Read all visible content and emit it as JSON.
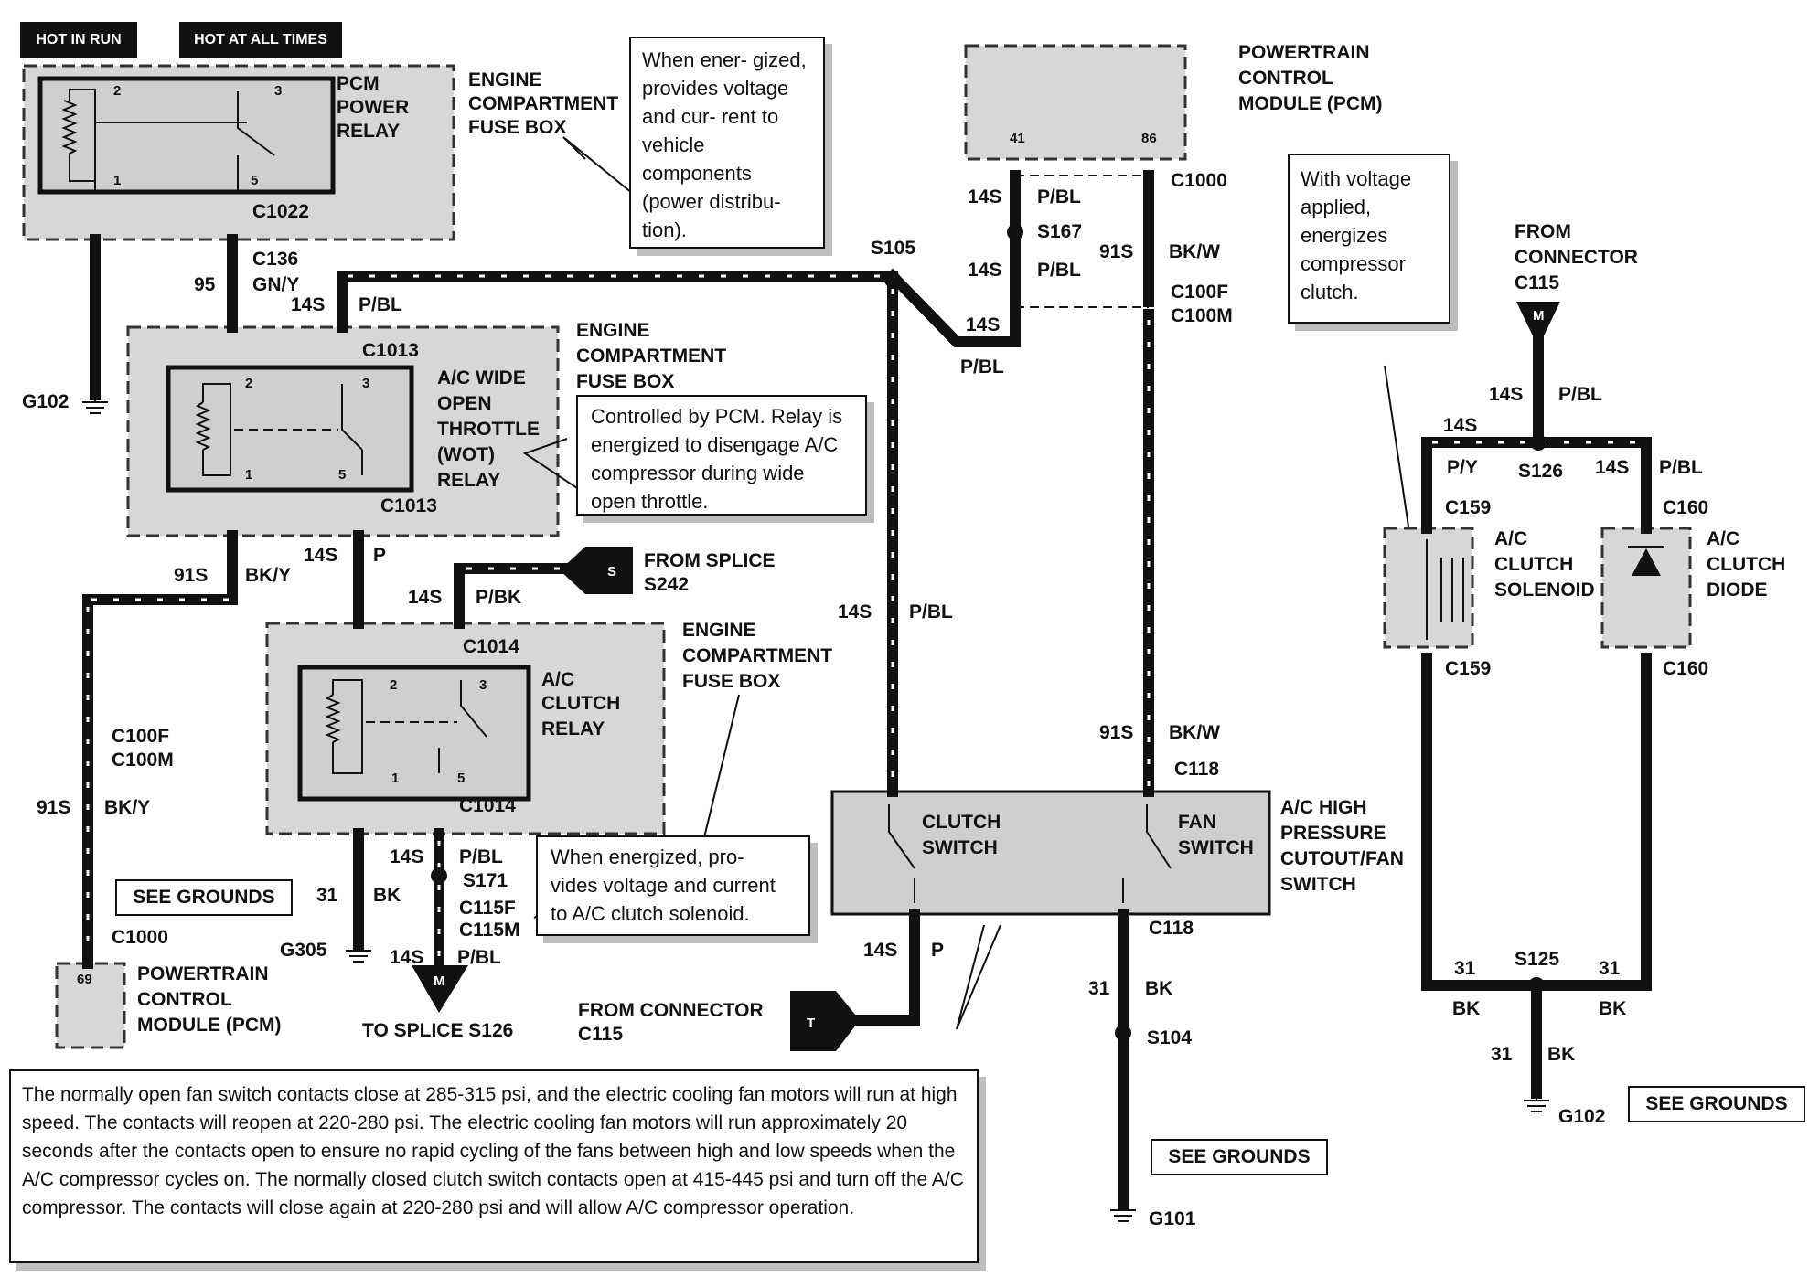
{
  "header": {
    "hot_in_run": "HOT IN RUN",
    "hot_at_all_times": "HOT AT ALL TIMES"
  },
  "pcm_power_relay": {
    "name": [
      "PCM",
      "POWER",
      "RELAY"
    ],
    "pins": [
      "2",
      "3",
      "1",
      "5"
    ],
    "connector": "C1022",
    "fuse_box": [
      "ENGINE",
      "COMPARTMENT",
      "FUSE BOX"
    ]
  },
  "callout_power": "When ener- gized, provides voltage and cur- rent to vehicle components (power distribu- tion).",
  "pcm_top": {
    "name": [
      "POWERTRAIN",
      "CONTROL",
      "MODULE (PCM)"
    ],
    "pins": [
      "41",
      "86"
    ],
    "connector": "C1000"
  },
  "callout_voltage": "With voltage applied, energizes compressor clutch.",
  "wot_relay": {
    "name": [
      "A/C WIDE",
      "OPEN",
      "THROTTLE",
      "(WOT)",
      "RELAY"
    ],
    "pins": [
      "2",
      "3",
      "1",
      "5"
    ],
    "connector_top": "C1013",
    "connector_bottom": "C1013",
    "fuse_box": [
      "ENGINE",
      "COMPARTMENT",
      "FUSE BOX"
    ]
  },
  "callout_wot": "Controlled by PCM. Relay is energized to disengage A/C compressor during wide open throttle.",
  "clutch_relay": {
    "name": [
      "A/C",
      "CLUTCH",
      "RELAY"
    ],
    "pins": [
      "2",
      "3",
      "1",
      "5"
    ],
    "connector_top": "C1014",
    "connector_bottom": "C1014",
    "fuse_box": [
      "ENGINE",
      "COMPARTMENT",
      "FUSE BOX"
    ]
  },
  "callout_clutch": "When energized, pro- vides voltage and current to A/C clutch solenoid.",
  "pressure_switch": {
    "name": [
      "A/C HIGH",
      "PRESSURE",
      "CUTOUT/FAN",
      "SWITCH"
    ],
    "clutch_switch": [
      "CLUTCH",
      "SWITCH"
    ],
    "fan_switch": [
      "FAN",
      "SWITCH"
    ],
    "connector_top": "C118",
    "connector_bottom": "C118"
  },
  "clutch_solenoid": {
    "name": [
      "A/C",
      "CLUTCH",
      "SOLENOID"
    ],
    "connector": "C159"
  },
  "clutch_diode": {
    "name": [
      "A/C",
      "CLUTCH",
      "DIODE"
    ],
    "connector": "C160"
  },
  "pcm_bottom": {
    "name": [
      "POWERTRAIN",
      "CONTROL",
      "MODULE (PCM)"
    ],
    "pin": "69",
    "connector": "C1000"
  },
  "wires": {
    "c136": "C136",
    "w95": "95",
    "gny": "GN/Y",
    "w14s_pbl_top": [
      "14S",
      "P/BL"
    ],
    "s105": "S105",
    "s167": "S167",
    "w14s_a": "14S",
    "pbl_a": "P/BL",
    "w14s_b": "14S",
    "pbl_b": "P/BL",
    "w14s_c": "14S",
    "pbl_c": "P/BL",
    "w91s_bkw": [
      "91S",
      "BK/W"
    ],
    "c100f": "C100F",
    "c100m": "C100M",
    "w91s_bky": [
      "91S",
      "BK/Y"
    ],
    "w14s_p": [
      "14S",
      "P"
    ],
    "w14s_pbk": [
      "14S",
      "P/BK"
    ],
    "from_splice": [
      "FROM SPLICE",
      "S242"
    ],
    "s_letter": "S",
    "w14s_pbl_long": [
      "14S",
      "P/BL"
    ],
    "w91s_bkw_low": [
      "91S",
      "BK/W"
    ],
    "c100f_l": "C100F",
    "c100m_l": "C100M",
    "w91s_bky_low": [
      "91S",
      "BK/Y"
    ],
    "w31_bk": [
      "31",
      "BK"
    ],
    "g305": "G305",
    "w14s_pbl_s171": [
      "14S",
      "P/BL"
    ],
    "s171": "S171",
    "c115f": "C115F",
    "c115m": "C115M",
    "w14s_pbl_m": [
      "14S",
      "P/BL"
    ],
    "m_letter": "M",
    "to_splice": "TO SPLICE S126",
    "from_connector": [
      "FROM CONNECTOR",
      "C115"
    ],
    "t_letter": "T",
    "w14s_p_sw": [
      "14S",
      "P"
    ],
    "w31_bk_sw": [
      "31",
      "BK"
    ],
    "s104": "S104",
    "g101": "G101",
    "g102_left": "G102",
    "from_connector_right": [
      "FROM",
      "CONNECTOR",
      "C115"
    ],
    "m_right": "M",
    "w14s_pbl_r": [
      "14S",
      "P/BL"
    ],
    "w14s_py": [
      "14S",
      "P/Y"
    ],
    "s126": "S126",
    "w14s_pbl_r2": [
      "14S",
      "P/BL"
    ],
    "s125": "S125",
    "w31_bk_l": [
      "31",
      "BK"
    ],
    "w31_bk_r": [
      "31",
      "BK"
    ],
    "w31_bk_g": [
      "31",
      "BK"
    ],
    "g102_right": "G102"
  },
  "see_grounds": "SEE GROUNDS",
  "bottom_note": "The normally open fan switch contacts close at 285-315 psi, and the electric cooling fan motors will run at high speed. The contacts will reopen at 220-280 psi. The electric cooling fan motors will run approximately 20 seconds after the contacts open to ensure no rapid cycling of the fans between high and low speeds when the A/C compressor cycles on. The normally closed clutch switch contacts open at 415-445 psi and turn off the A/C compressor. The contacts will close again at 220-280 psi and will allow A/C compressor operation."
}
